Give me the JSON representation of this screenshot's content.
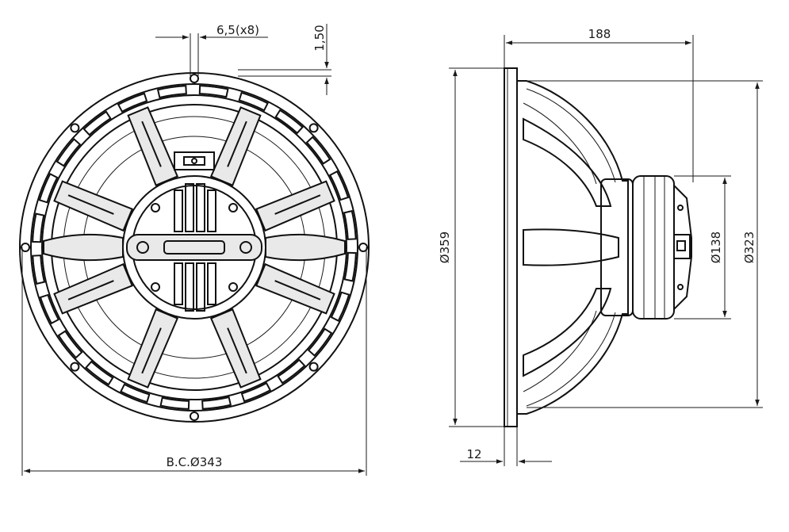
{
  "dimensions": {
    "hole_size": "6,5(x8)",
    "flange_offset": "1,50",
    "bolt_circle": "B.C.Ø343",
    "depth": "188",
    "outer_diameter": "Ø359",
    "magnet_diameter": "Ø138",
    "cutout_diameter": "Ø323",
    "flange_thickness": "12"
  }
}
